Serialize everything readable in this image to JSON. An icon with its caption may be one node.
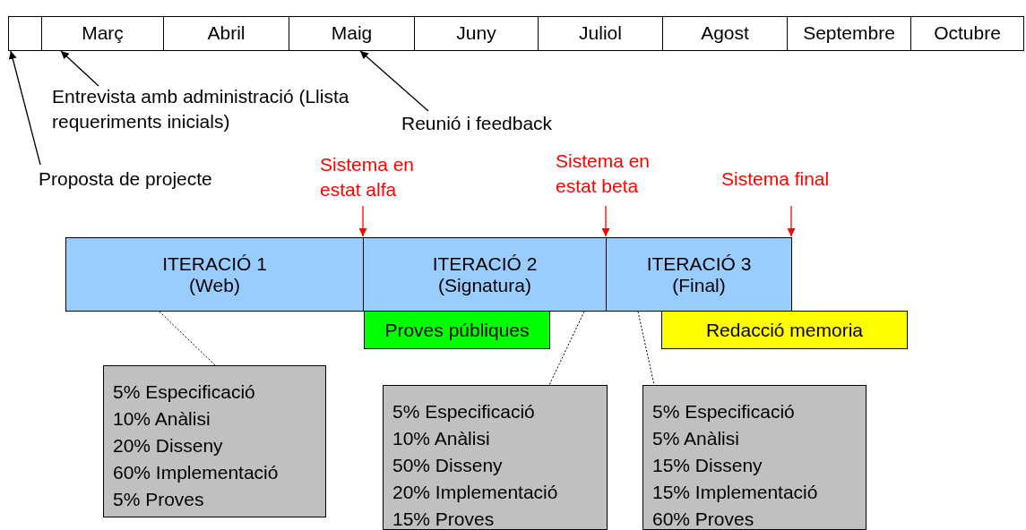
{
  "diagram": {
    "nodes": [
      {
        "text": [],
        "shape": "box"
      },
      {
        "text": [
          "Març"
        ]
      },
      {
        "text": [
          "Abril"
        ]
      },
      {
        "text": [
          "Maig"
        ]
      },
      {
        "text": [
          "Juny"
        ]
      },
      {
        "text": [
          "Juliol"
        ]
      },
      {
        "text": [
          "Agost"
        ]
      },
      {
        "text": [
          "Septembre"
        ]
      },
      {
        "text": [
          "Octubre"
        ]
      },
      {
        "text": [
          "Entrevista amb administració (Llista requeriments inicials)"
        ]
      },
      {
        "text": [
          "Reunió i feedback"
        ]
      },
      {
        "text": [
          "Proposta de projecte"
        ]
      },
      {
        "text": [
          "Sistema en estat alfa"
        ]
      },
      {
        "text": [
          "Sistema en estat beta"
        ]
      },
      {
        "text": [
          "Sistema final"
        ]
      },
      {
        "text": [
          "ITERACIÓ 1",
          "(Web)"
        ]
      },
      {
        "text": [
          "ITERACIÓ 2",
          "(Signatura)"
        ]
      },
      {
        "text": [
          "ITERACIÓ 3",
          "(Final)"
        ]
      },
      {
        "text": [
          "Proves públiques"
        ]
      },
      {
        "text": [
          "Redacció memoria"
        ]
      },
      {
        "text": [
          "5% Especificació",
          "10% Anàlisi",
          "20% Disseny",
          "60% Implementació",
          "5% Proves"
        ]
      },
      {
        "text": [
          "5% Especificació",
          "10% Anàlisi",
          "50% Disseny",
          "20% Implementació",
          "15% Proves"
        ]
      },
      {
        "text": [
          "5% Especificació",
          "5% Anàlisi",
          "15% Disseny",
          "15% Implementació",
          "60% Proves"
        ]
      }
    ],
    "edges": [
      {
        "from": 11,
        "to": 0,
        "arrow": "to"
      },
      {
        "from": 9,
        "to": 1,
        "arrow": "to"
      },
      {
        "from": 10,
        "to": 3,
        "arrow": "to"
      },
      {
        "from": 12,
        "to": 16,
        "arrow": "to",
        "color": "#ff0000"
      },
      {
        "from": 13,
        "to": 17,
        "arrow": "to",
        "color": "#ff0000"
      },
      {
        "from": 14,
        "to": 17,
        "arrow": "to",
        "color": "#ff0000"
      },
      {
        "from": 15,
        "to": 20,
        "arrow": "none",
        "style": "dashed"
      },
      {
        "from": 16,
        "to": 21,
        "arrow": "none",
        "style": "dashed"
      },
      {
        "from": 17,
        "to": 22,
        "arrow": "none",
        "style": "dashed"
      }
    ]
  }
}
